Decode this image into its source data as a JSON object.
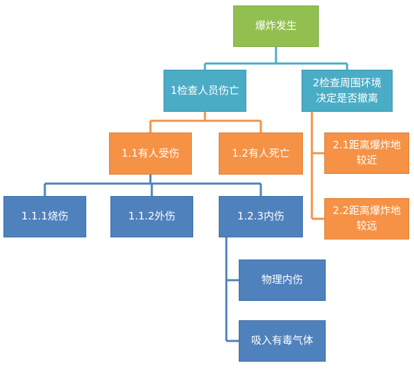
{
  "colors": {
    "root": "#92c050",
    "level1": "#4bacc6",
    "level2": "#f59245",
    "level3": "#4f81bd",
    "line_teal": "#4bacc6",
    "line_orange": "#f59245",
    "line_blue": "#4f81bd"
  },
  "nodes": {
    "root": "爆炸发生",
    "check_casualties": "1检查人员伤亡",
    "check_environment": "2检查周围环境\n决定是否撤离",
    "injured": "1.1有人受伤",
    "dead": "1.2有人死亡",
    "near": "2.1距离爆炸地\n较近",
    "far": "2.2距离爆炸地\n较远",
    "burn": "1.1.1烧伤",
    "external": "1.1.2外伤",
    "internal": "1.2.3内伤",
    "physical_internal": "物理内伤",
    "toxic_gas": "吸入有毒气体"
  }
}
